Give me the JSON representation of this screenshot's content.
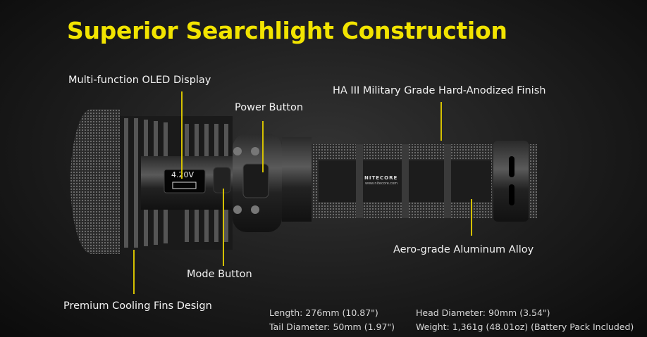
{
  "title": "Superior Searchlight Construction",
  "accent_color": "#f2e400",
  "labels": {
    "oled": "Multi-function OLED Display",
    "power": "Power Button",
    "finish": "HA III Military Grade Hard-Anodized Finish",
    "alloy": "Aero-grade Aluminum Alloy",
    "mode": "Mode Button",
    "fins": "Premium Cooling Fins Design"
  },
  "display": {
    "voltage": "4.20V"
  },
  "brand": {
    "name": "NITECORE",
    "url": "www.nitecore.com"
  },
  "specs": {
    "length": "Length: 276mm (10.87\")",
    "tail": "Tail Diameter: 50mm (1.97\")",
    "head": "Head Diameter: 90mm (3.54\")",
    "weight": "Weight: 1,361g (48.01oz) (Battery Pack Included)"
  }
}
